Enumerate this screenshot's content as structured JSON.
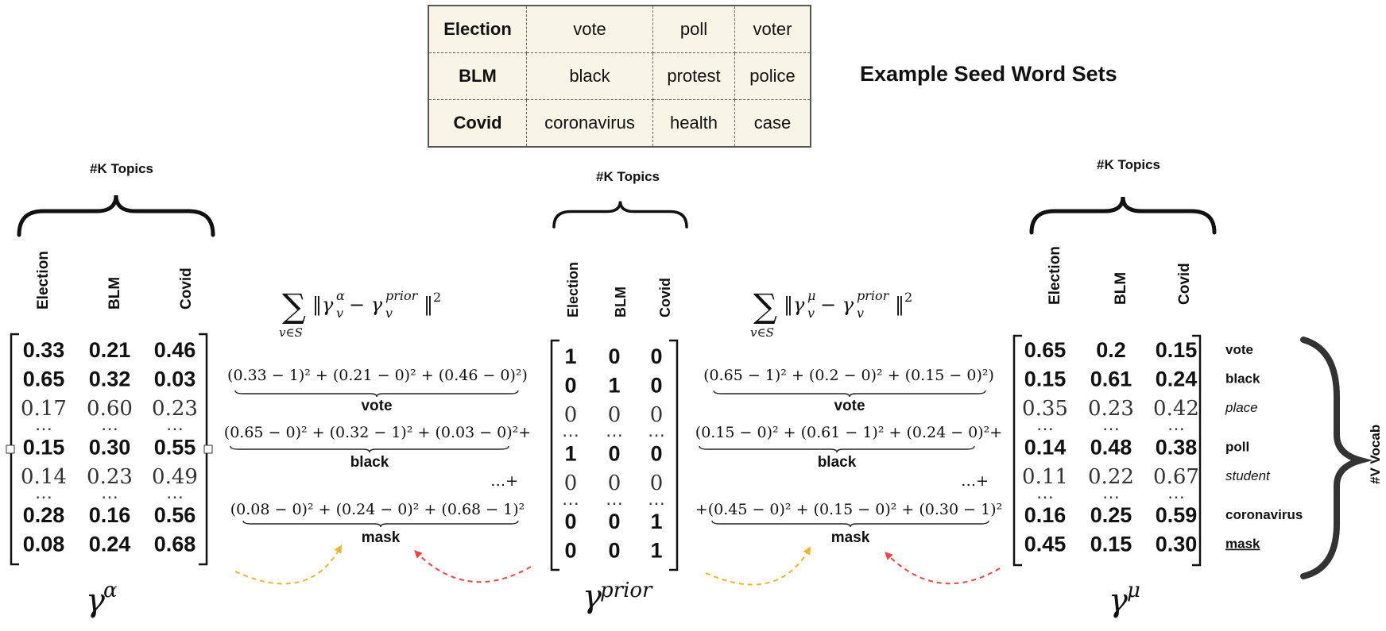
{
  "seed_table": {
    "title": "Example Seed Word Sets",
    "rows": [
      {
        "topic": "Election",
        "words": [
          "vote",
          "poll",
          "voter"
        ]
      },
      {
        "topic": "BLM",
        "words": [
          "black",
          "protest",
          "police"
        ]
      },
      {
        "topic": "Covid",
        "words": [
          "coronavirus",
          "health",
          "case"
        ]
      }
    ]
  },
  "topics_label": "#K Topics",
  "vocab_label": "#V Vocab",
  "topic_names": [
    "Election",
    "BLM",
    "Covid"
  ],
  "dots": "⋯",
  "alpha": {
    "symbol": "γ",
    "superscript": "α",
    "rows": [
      {
        "values": [
          "0.33",
          "0.21",
          "0.46"
        ],
        "bold": true
      },
      {
        "values": [
          "0.65",
          "0.32",
          "0.03"
        ],
        "bold": true
      },
      {
        "values": [
          "0.17",
          "0.60",
          "0.23"
        ],
        "bold": false
      },
      {
        "dots": true
      },
      {
        "values": [
          "0.15",
          "0.30",
          "0.55"
        ],
        "bold": true
      },
      {
        "values": [
          "0.14",
          "0.23",
          "0.49"
        ],
        "bold": false
      },
      {
        "dots": true
      },
      {
        "values": [
          "0.28",
          "0.16",
          "0.56"
        ],
        "bold": true
      },
      {
        "values": [
          "0.08",
          "0.24",
          "0.68"
        ],
        "bold": true
      }
    ]
  },
  "prior": {
    "symbol": "γ",
    "superscript": "prior",
    "rows": [
      {
        "values": [
          "1",
          "0",
          "0"
        ],
        "bold": true
      },
      {
        "values": [
          "0",
          "1",
          "0"
        ],
        "bold": true
      },
      {
        "values": [
          "0",
          "0",
          "0"
        ],
        "bold": false
      },
      {
        "dots": true
      },
      {
        "values": [
          "1",
          "0",
          "0"
        ],
        "bold": true
      },
      {
        "values": [
          "0",
          "0",
          "0"
        ],
        "bold": false
      },
      {
        "dots": true
      },
      {
        "values": [
          "0",
          "0",
          "1"
        ],
        "bold": true
      },
      {
        "values": [
          "0",
          "0",
          "1"
        ],
        "bold": true
      }
    ]
  },
  "mu": {
    "symbol": "γ",
    "superscript": "μ",
    "rows": [
      {
        "values": [
          "0.65",
          "0.2",
          "0.15"
        ],
        "bold": true,
        "word": "vote",
        "word_style": "bold"
      },
      {
        "values": [
          "0.15",
          "0.61",
          "0.24"
        ],
        "bold": true,
        "word": "black",
        "word_style": "bold"
      },
      {
        "values": [
          "0.35",
          "0.23",
          "0.42"
        ],
        "bold": false,
        "word": "place",
        "word_style": "italic"
      },
      {
        "dots": true
      },
      {
        "values": [
          "0.14",
          "0.48",
          "0.38"
        ],
        "bold": true,
        "word": "poll",
        "word_style": "bold"
      },
      {
        "values": [
          "0.11",
          "0.22",
          "0.67"
        ],
        "bold": false,
        "word": "student",
        "word_style": "italic"
      },
      {
        "dots": true
      },
      {
        "values": [
          "0.16",
          "0.25",
          "0.59"
        ],
        "bold": true,
        "word": "coronavirus",
        "word_style": "bold"
      },
      {
        "values": [
          "0.45",
          "0.15",
          "0.30"
        ],
        "bold": true,
        "word": "mask",
        "word_style": "underline"
      }
    ]
  },
  "loss_alpha": {
    "sum_symbol": "∑",
    "sum_sub": "v∈S",
    "formula": "‖γ",
    "formula_sup": "α",
    "formula_sub": "v",
    "formula_mid": " − γ",
    "formula_sup2": "prior",
    "formula_sub2": "v",
    "formula_end": "‖",
    "formula_sq": "2",
    "terms": [
      {
        "expr": "(0.33 − 1)² + (0.21 − 0)² + (0.46 − 0)²)",
        "label": "vote"
      },
      {
        "expr": "(0.65 − 0)² + (0.32 − 1)² + (0.03 − 0)²+",
        "label": "black"
      },
      {
        "expr": "(0.08 − 0)² + (0.24 − 0)² + (0.68 − 1)²",
        "label": "mask"
      }
    ],
    "ellipsis": "…+"
  },
  "loss_mu": {
    "sum_symbol": "∑",
    "sum_sub": "v∈S",
    "formula": "‖γ",
    "formula_sup": "μ",
    "formula_sub": "v",
    "formula_mid": " − γ",
    "formula_sup2": "prior",
    "formula_sub2": "v",
    "formula_end": "‖",
    "formula_sq": "2",
    "terms": [
      {
        "expr": "(0.65 − 1)² + (0.2 − 0)² + (0.15 − 0)²)",
        "label": "vote"
      },
      {
        "expr": "(0.15 − 0)² + (0.61 − 1)² + (0.24 − 0)²+",
        "label": "black"
      },
      {
        "expr": "+(0.45 − 0)² + (0.15 − 0)² + (0.30 − 1)²",
        "label": "mask"
      }
    ],
    "ellipsis": "…+"
  },
  "colors": {
    "arrow_orange": "#f0b429",
    "arrow_red": "#ee4444",
    "bracket": "#111111",
    "vocab_brace": "#333333"
  }
}
